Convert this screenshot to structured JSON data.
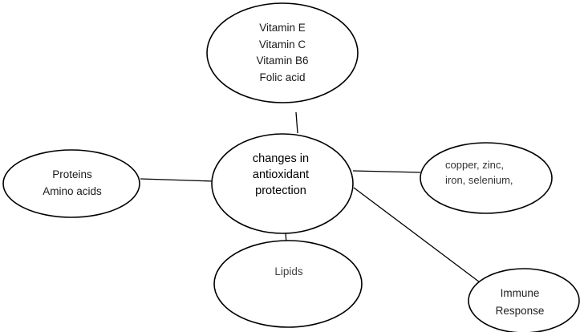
{
  "diagram": {
    "center": {
      "lines": [
        "changes in",
        "antioxidant",
        "protection"
      ]
    },
    "nodes": {
      "vitamins": {
        "lines": [
          "Vitamin E",
          "Vitamin C",
          "Vitamin B6",
          "Folic acid"
        ]
      },
      "proteins": {
        "lines": [
          "Proteins",
          "Amino acids"
        ]
      },
      "minerals": {
        "lines": [
          "copper, zinc,",
          "iron, selenium,"
        ]
      },
      "lipids": {
        "lines": [
          "Lipids"
        ]
      },
      "immune": {
        "lines": [
          "Immune",
          "Response"
        ]
      }
    }
  }
}
